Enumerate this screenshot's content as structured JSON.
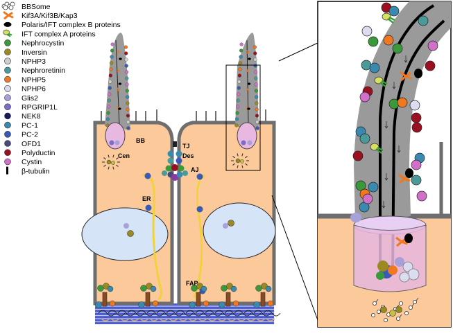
{
  "legend": [
    {
      "label": "BBSome",
      "icon": "bbsome-icon",
      "color": "#ffffff"
    },
    {
      "label": "Kif3A/Kif3B/Kap3",
      "icon": "kinesin-icon",
      "color": "#f07820"
    },
    {
      "label": "Polaris/IFT complex B proteins",
      "icon": "ift-b-icon",
      "color": "#000000"
    },
    {
      "label": "IFT complex A proteins",
      "icon": "ift-a-icon",
      "color": "#d8e060"
    },
    {
      "label": "Nephrocystin",
      "icon": "dot-icon",
      "color": "#3a9a3a"
    },
    {
      "label": "Inversin",
      "icon": "dot-icon",
      "color": "#9a8a20"
    },
    {
      "label": "NPHP3",
      "icon": "dot-icon",
      "color": "#d0d0d0"
    },
    {
      "label": "Nephroretinin",
      "icon": "dot-icon",
      "color": "#4a9a9a"
    },
    {
      "label": "NPHP5",
      "icon": "dot-icon",
      "color": "#f07820"
    },
    {
      "label": "NPHP6",
      "icon": "dot-icon",
      "color": "#dcdcf0"
    },
    {
      "label": "Glis2",
      "icon": "dot-icon",
      "color": "#a8a0d8"
    },
    {
      "label": "RPGRIP1L",
      "icon": "dot-icon",
      "color": "#7a6ec8"
    },
    {
      "label": "NEK8",
      "icon": "dot-icon",
      "color": "#1a1a5a"
    },
    {
      "label": "PC-1",
      "icon": "dot-icon",
      "color": "#3a8ab0"
    },
    {
      "label": "PC-2",
      "icon": "dot-icon",
      "color": "#3a5ab8"
    },
    {
      "label": "OFD1",
      "icon": "dot-icon",
      "color": "#4a4a7a"
    },
    {
      "label": "Polyductin",
      "icon": "dot-icon",
      "color": "#9a1020"
    },
    {
      "label": "Cystin",
      "icon": "dot-icon",
      "color": "#d070c8"
    },
    {
      "label": "β-tubulin",
      "icon": "tubulin-bar-icon",
      "color": "#000000"
    }
  ],
  "labels": {
    "bb": "BB",
    "cen": "Cen",
    "tj": "TJ",
    "des": "Des",
    "aj": "AJ",
    "er": "ER",
    "fap": "FAP"
  },
  "colors": {
    "cytoplasm": "#fcc99a",
    "nucleus": "#d6e4f8",
    "membrane": "#6e6e6e",
    "cilium": "#9a9a9a",
    "basal_body": "#e8b8e0",
    "er": "#f0d23a",
    "ecm": "#4a5ad0"
  }
}
